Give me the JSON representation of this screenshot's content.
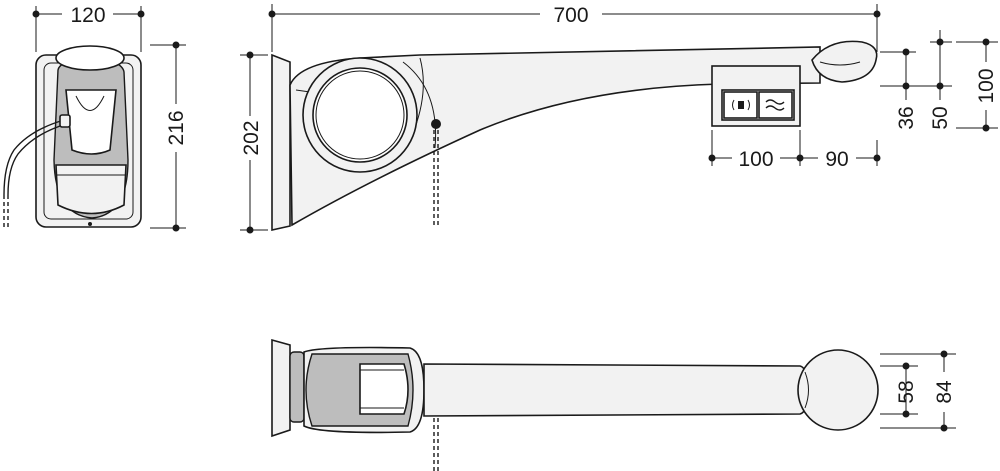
{
  "dimensions": {
    "front_width": "120",
    "front_height": "216",
    "side_height": "202",
    "overall_length": "700",
    "panel_width": "100",
    "panel_offset": "90",
    "tip_offset_36": "36",
    "tip_offset_50": "50",
    "tip_height": "100",
    "top_tip_58": "58",
    "top_tip_84": "84"
  },
  "icons": {
    "control_left": "vibration-icon",
    "control_right": "water-flush-icon"
  }
}
